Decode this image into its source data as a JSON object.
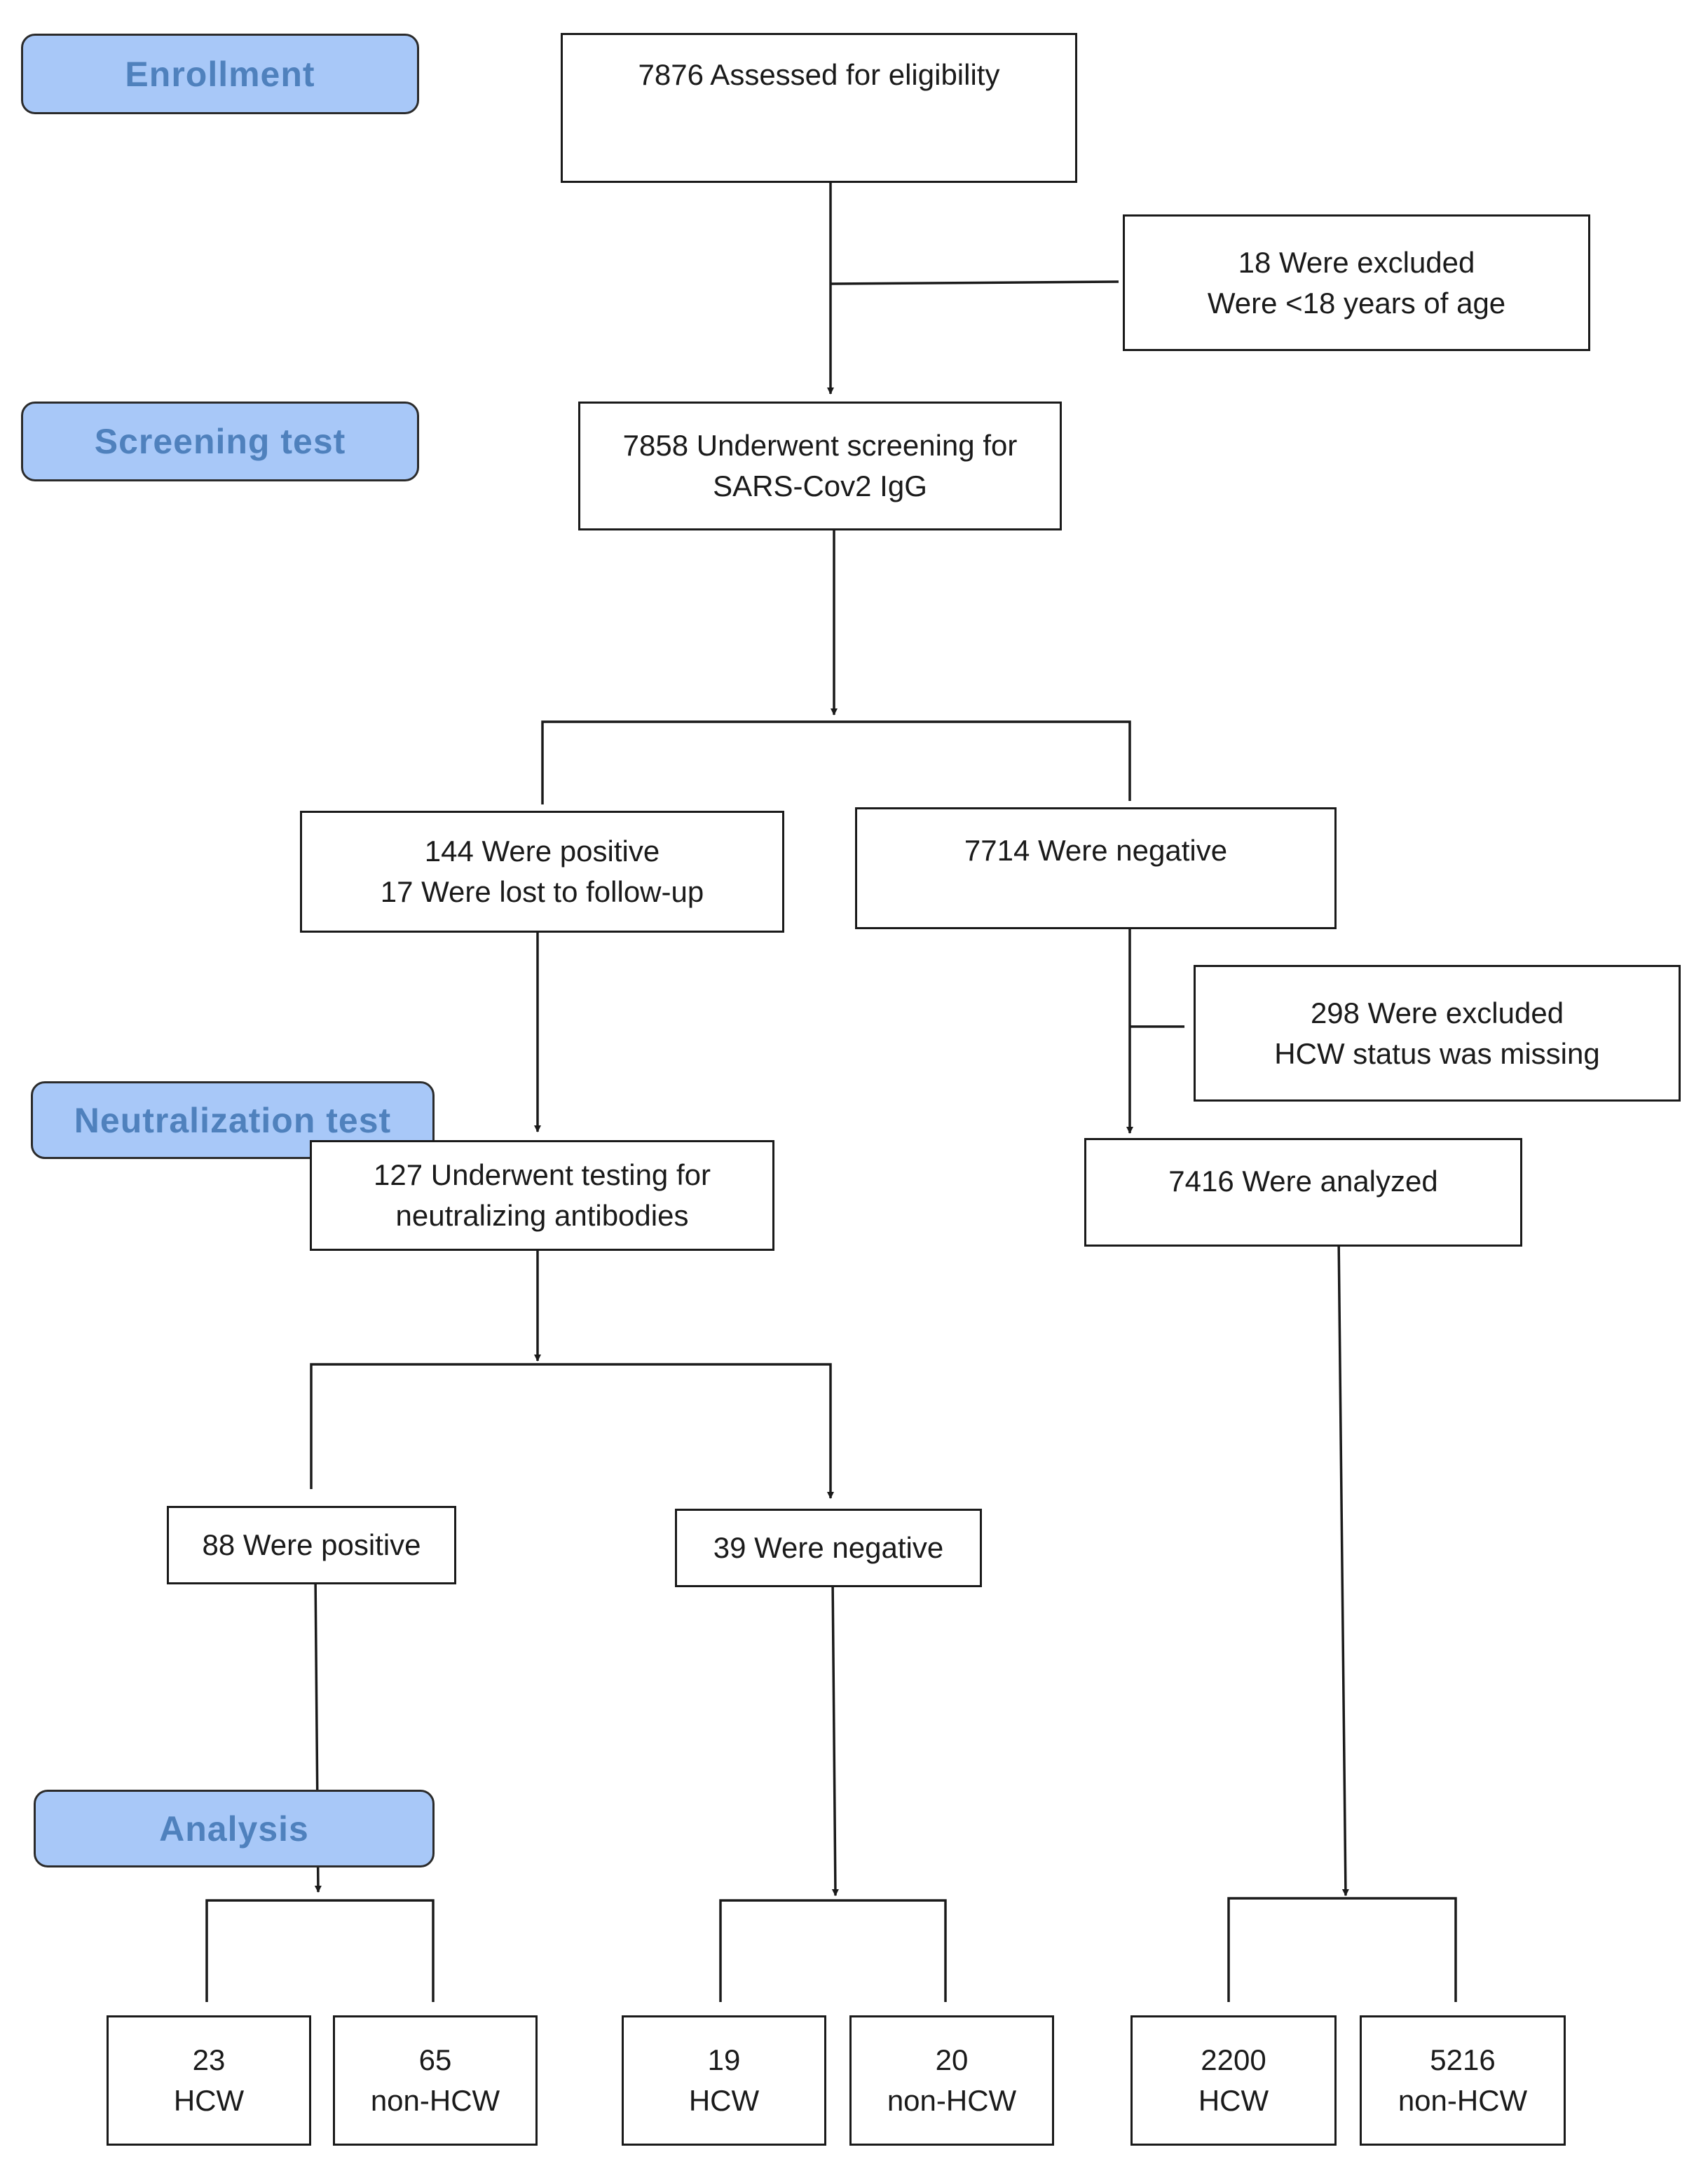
{
  "stages": {
    "enrollment": "Enrollment",
    "screening": "Screening test",
    "neutralization": "Neutralization test",
    "analysis": "Analysis"
  },
  "boxes": {
    "assessed": [
      "7876 Assessed for eligibility"
    ],
    "excluded_age": [
      "18 Were excluded",
      "Were <18 years of age"
    ],
    "screening": [
      "7858 Underwent screening for",
      "SARS-Cov2 IgG"
    ],
    "positive_screen": [
      "144 Were positive",
      "17 Were lost to follow-up"
    ],
    "negative_screen": [
      "7714 Were negative"
    ],
    "excluded_hcw": [
      "298 Were excluded",
      "HCW status was missing"
    ],
    "neutralization_testing": [
      "127 Underwent testing for",
      "neutralizing antibodies"
    ],
    "analyzed": [
      "7416 Were analyzed"
    ],
    "neut_positive": [
      "88 Were positive"
    ],
    "neut_negative": [
      "39 Were negative"
    ]
  },
  "leaves": [
    {
      "count": "23",
      "group": "HCW"
    },
    {
      "count": "65",
      "group": "non-HCW"
    },
    {
      "count": "19",
      "group": "HCW"
    },
    {
      "count": "20",
      "group": "non-HCW"
    },
    {
      "count": "2200",
      "group": "HCW"
    },
    {
      "count": "5216",
      "group": "non-HCW"
    }
  ],
  "colors": {
    "stage_fill": "#a8c8f8",
    "stage_text": "#4f81bd",
    "line": "#1a1a1a"
  }
}
